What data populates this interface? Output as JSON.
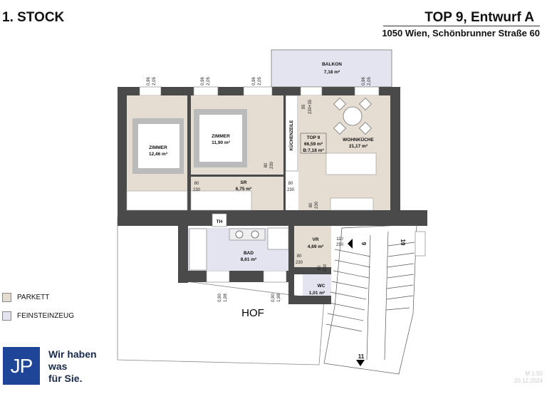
{
  "header": {
    "floor": "1. STOCK",
    "project": "TOP 9, Entwurf A",
    "address": "1050 Wien, Schönbrunner Straße 60"
  },
  "colors": {
    "parkett": "#e6ddd2",
    "feinsteinzeug": "#e3e4ef",
    "wall": "#4a4a4a",
    "brand": "#1e4597"
  },
  "rooms": {
    "balkon": {
      "name": "BALKON",
      "area": "7,18 m²"
    },
    "zimmer1": {
      "name": "ZIMMER",
      "area": "12,46 m²"
    },
    "zimmer2": {
      "name": "ZIMMER",
      "area": "11,90 m²"
    },
    "sr": {
      "name": "SR",
      "area": "6,75 m²"
    },
    "kuechenzeile": {
      "name": "KÜCHENZEILE"
    },
    "wohnkueche": {
      "name": "WOHNKÜCHE",
      "area": "21,17 m²"
    },
    "bad": {
      "name": "BAD",
      "area": "8,61 m²"
    },
    "vr": {
      "name": "VR",
      "area": "4,69 m²"
    },
    "wc": {
      "name": "WC",
      "area": "1,01 m²"
    },
    "hof": {
      "name": "HOF"
    },
    "th": {
      "name": "TH"
    }
  },
  "unit_box": {
    "name": "TOP 9",
    "area": "66,59 m²",
    "balcony": "B:7,18 m²"
  },
  "dimensions": {
    "window_top": [
      "0,96",
      "2,05"
    ],
    "window_hof": [
      "0,90",
      "1,98"
    ],
    "door_std": [
      "80",
      "230"
    ],
    "door_entry": [
      "110",
      "250"
    ],
    "door_balcony": [
      "95",
      "230+35"
    ]
  },
  "stair_labels": [
    "9",
    "10",
    "11"
  ],
  "legend": [
    {
      "label": "PARKETT",
      "color": "#e6ddd2"
    },
    {
      "label": "FEINSTEINZEUG",
      "color": "#e3e4ef"
    }
  ],
  "brand": {
    "logo": "JP",
    "slogan": [
      "Wir haben",
      "was",
      "für Sie."
    ]
  },
  "footer": {
    "scale": "M 1:50",
    "date": "20.12.2024"
  }
}
